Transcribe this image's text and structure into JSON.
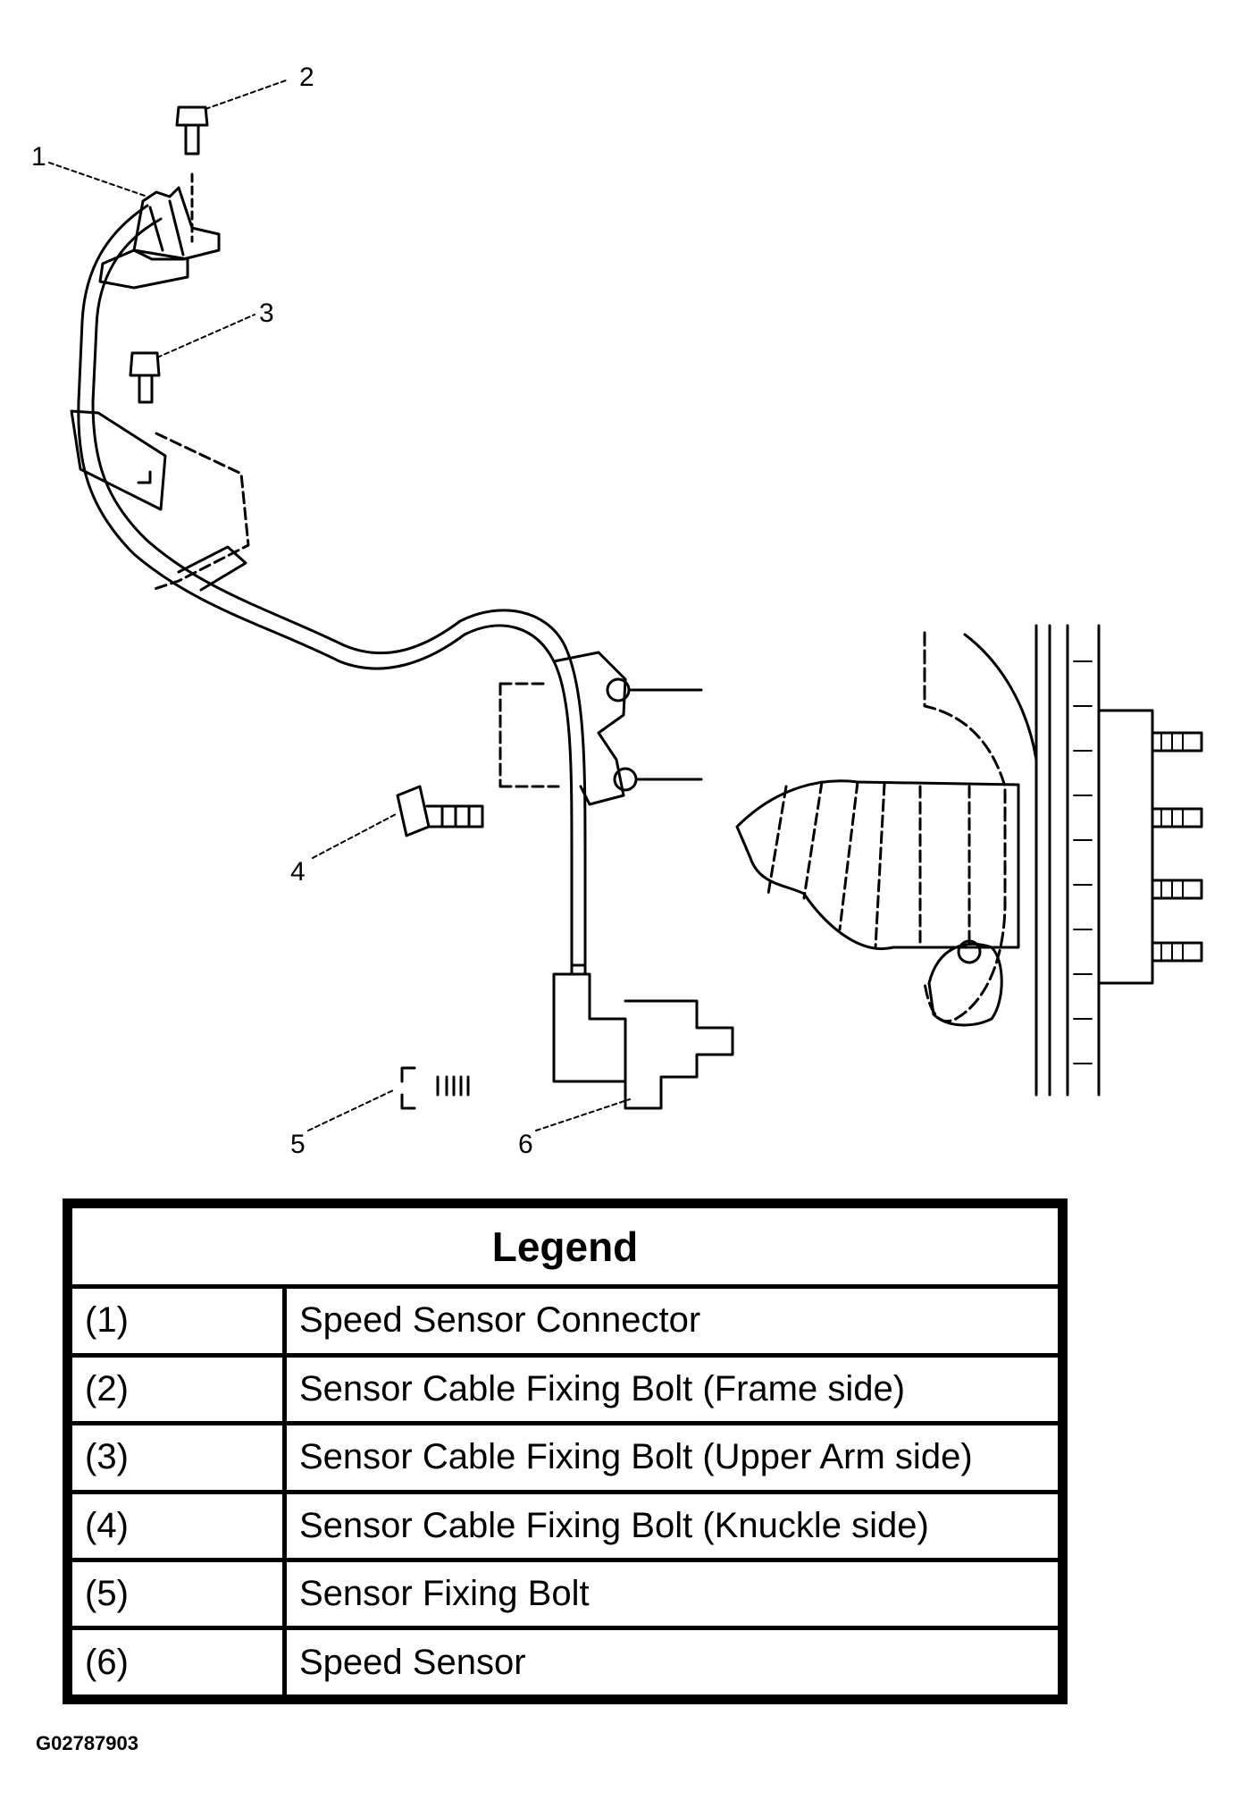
{
  "callouts": [
    "1",
    "2",
    "3",
    "4",
    "5",
    "6"
  ],
  "legend": {
    "title": "Legend",
    "rows": [
      {
        "num": "(1)",
        "desc": "Speed Sensor Connector"
      },
      {
        "num": "(2)",
        "desc": "Sensor Cable Fixing Bolt (Frame side)"
      },
      {
        "num": "(3)",
        "desc": "Sensor Cable Fixing Bolt (Upper Arm side)"
      },
      {
        "num": "(4)",
        "desc": "Sensor Cable Fixing Bolt (Knuckle side)"
      },
      {
        "num": "(5)",
        "desc": "Sensor Fixing Bolt"
      },
      {
        "num": "(6)",
        "desc": "Speed Sensor"
      }
    ]
  },
  "figure_code": "G02787903"
}
